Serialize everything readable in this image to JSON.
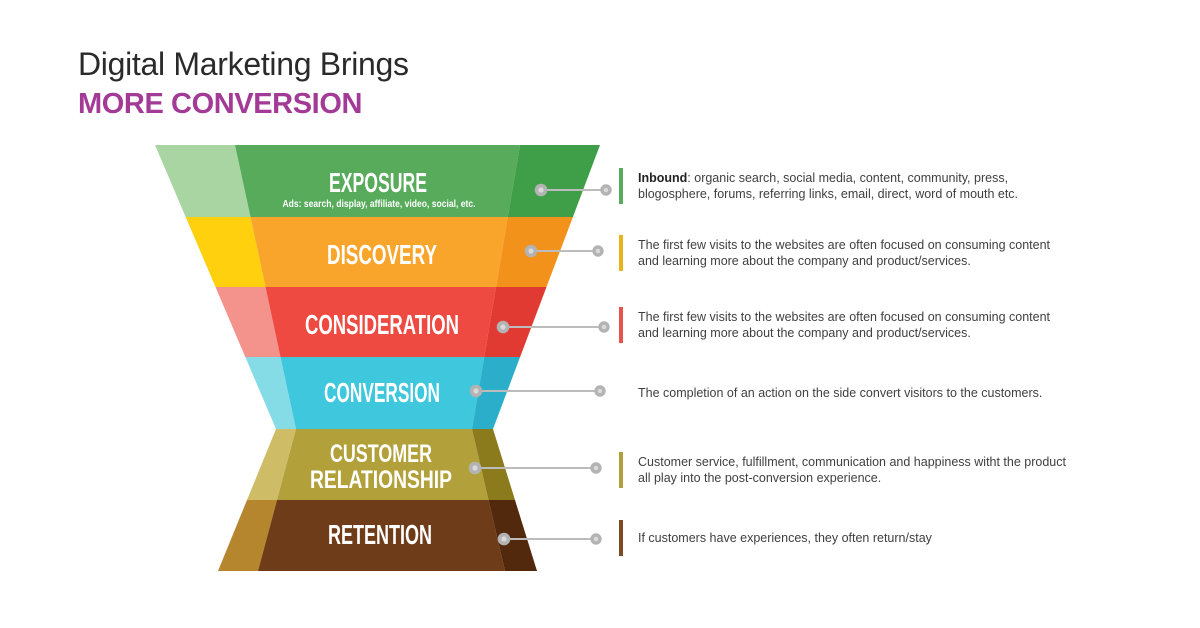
{
  "header": {
    "title_line1": "Digital Marketing Brings",
    "title_line2": "MORE CONVERSION",
    "title_color": "#2b2a2b",
    "accent_color": "#a23a96"
  },
  "funnel": {
    "levels": [
      {
        "label": "EXPOSURE",
        "sublabel": "Ads: search, display, affiliate, video, social, etc.",
        "colors": {
          "light": "#a8d5a2",
          "main": "#57ab5b",
          "dark": "#3f9e48"
        }
      },
      {
        "label": "DISCOVERY",
        "colors": {
          "light": "#ffd00e",
          "main": "#f9a52c",
          "dark": "#f2921b"
        }
      },
      {
        "label": "CONSIDERATION",
        "colors": {
          "light": "#f4928c",
          "main": "#ee4a41",
          "dark": "#e03a33"
        }
      },
      {
        "label": "CONVERSION",
        "colors": {
          "light": "#86dce6",
          "main": "#3ec7dd",
          "dark": "#2aaec9"
        }
      },
      {
        "label_line1": "CUSTOMER",
        "label_line2": "RELATIONSHIP",
        "colors": {
          "light": "#cebc66",
          "main": "#b2a13a",
          "dark": "#8c7b1d"
        }
      },
      {
        "label": "RETENTION",
        "colors": {
          "light": "#b6862f",
          "main": "#6e3c18",
          "dark": "#53290e"
        }
      }
    ],
    "connector_color": "#bcbcbc"
  },
  "rows": [
    {
      "bar_color": "#57ab5b",
      "lead": "Inbound",
      "text": ": organic search, social media, content, community, press, blogosphere, forums, referring links, email, direct, word of mouth etc."
    },
    {
      "bar_color": "#e9b31c",
      "lead": "",
      "text": "The first few visits to the websites are often focused on consuming content and learning more about the company and product/services."
    },
    {
      "bar_color": "#e4534d",
      "lead": "",
      "text": "The first few visits to the websites are often focused on consuming content and learning more about the company and product/services."
    },
    {
      "bar_color": null,
      "lead": "",
      "text": "The completion of an action on the side convert visitors to the customers."
    },
    {
      "bar_color": "#b2a13a",
      "lead": "",
      "text": "Customer service, fulfillment, communication and happiness witht the product all play into the post-conversion experience."
    },
    {
      "bar_color": "#7b4b22",
      "lead": "",
      "text": "If customers have experiences, they often return/stay"
    }
  ]
}
